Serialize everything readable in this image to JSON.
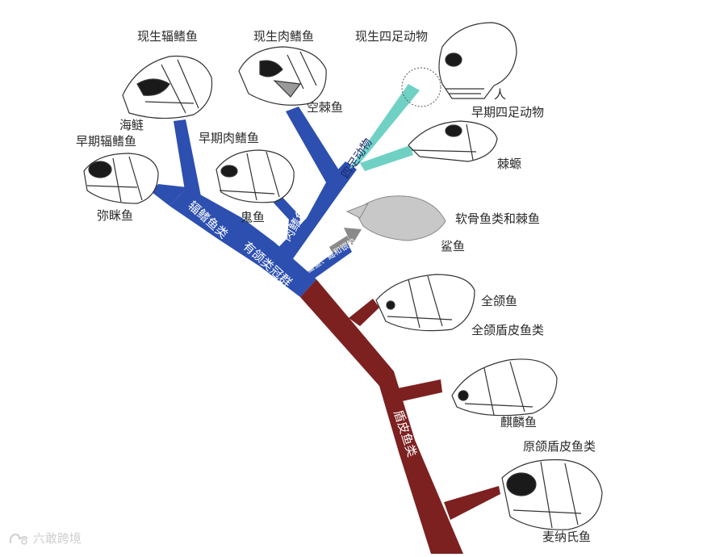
{
  "colors": {
    "placoderm_branch": "#7d2020",
    "gnathostome_branch": "#2c4fb0",
    "tetrapod_branch": "#6fd1c4",
    "chondrichthyan_arrow": "#8a8a8a",
    "label_text": "#2a2a2a",
    "branch_text": "#ffffff"
  },
  "labels": {
    "living_rayfinned": "现生辐鳍鱼",
    "living_lobefinned": "现生肉鳍鱼",
    "living_tetrapods": "现生四足动物",
    "human": "人",
    "early_tetrapods": "早期四足动物",
    "acanthostega": "棘螈",
    "coelacanth": "空棘鱼",
    "chimaera": "海鲢",
    "early_rayfinned": "早期辐鳍鱼",
    "early_lobefinned": "早期肉鳍鱼",
    "mimia": "弥眯鱼",
    "guiyu": "鬼鱼",
    "cartilaginous_acanthodians": "软骨鱼类和棘鱼",
    "shark": "鲨鱼",
    "entelognathus": "全颌鱼",
    "entelognathus_placoderms": "全颌盾皮鱼类",
    "qilinyu": "麒麟鱼",
    "protognath_placoderms": "原颌盾皮鱼类",
    "mcnamara_fish": "麦纳氏鱼"
  },
  "branch_labels": {
    "actinopterygians": "辐鳍鱼类",
    "crown_gnathostomes": "有颌类冠群",
    "sarcopterygians": "肉鳍鱼类",
    "tetrapods": "四足动物",
    "sharks_chimaeras": "鲨鱼、鳐和银鲛",
    "placoderms": "盾皮鱼类"
  },
  "watermark": {
    "text": "六敢跨境",
    "icon": "logo-icon"
  }
}
